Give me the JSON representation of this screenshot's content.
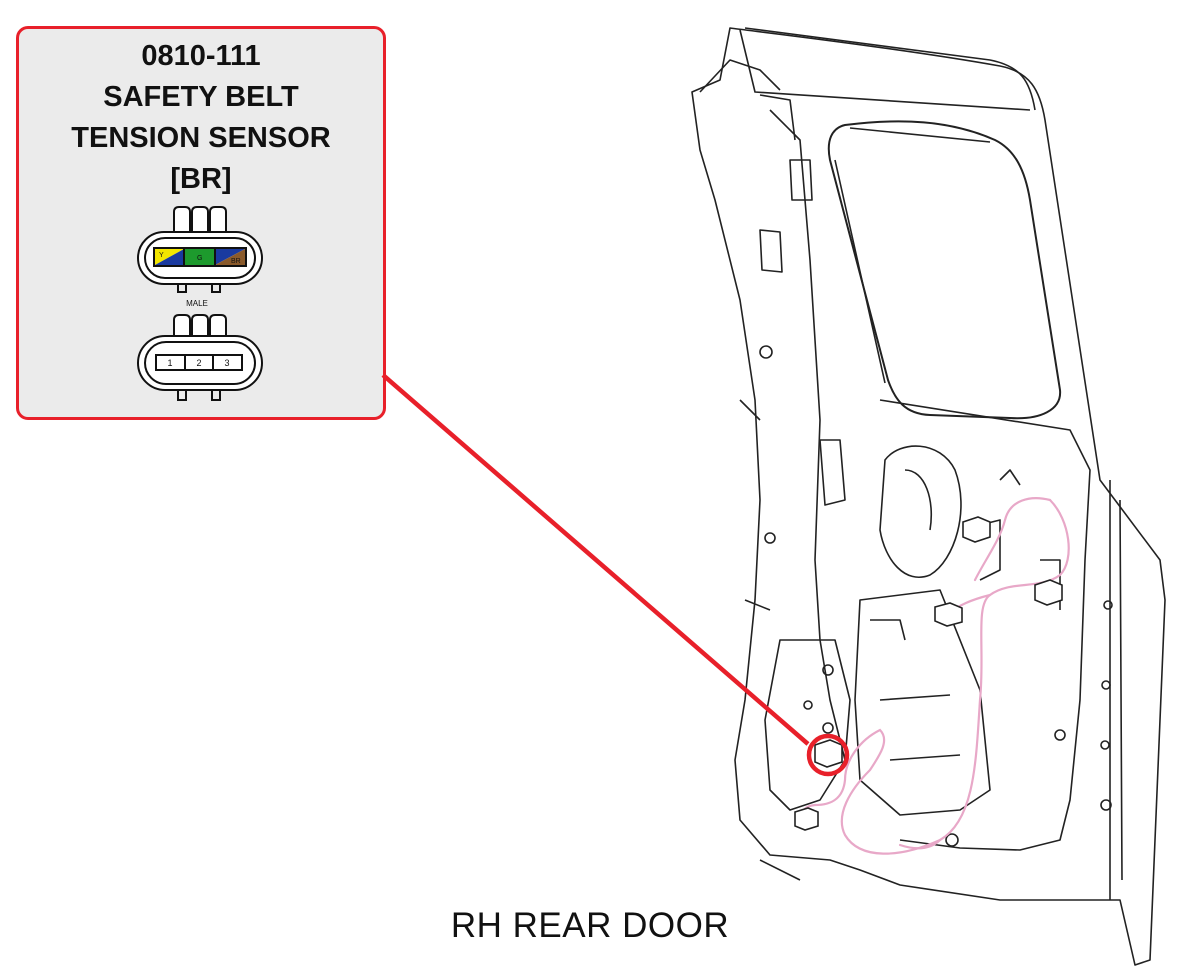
{
  "callout": {
    "code": "0810-111",
    "name_line1": "SAFETY BELT",
    "name_line2": "TENSION SENSOR",
    "color_code": "[BR]",
    "male_label": "MALE",
    "pin_colors": [
      "Y",
      "G",
      "BR"
    ],
    "pin_numbers": [
      "1",
      "2",
      "3"
    ],
    "wire_colors": {
      "yellow": "#f2e600",
      "blue": "#1a3aa0",
      "green": "#1d9a2d",
      "brown": "#8a5a2b"
    },
    "accent": "#e8202a"
  },
  "caption": "RH REAR DOOR",
  "harness_color": "#e8a8c8"
}
